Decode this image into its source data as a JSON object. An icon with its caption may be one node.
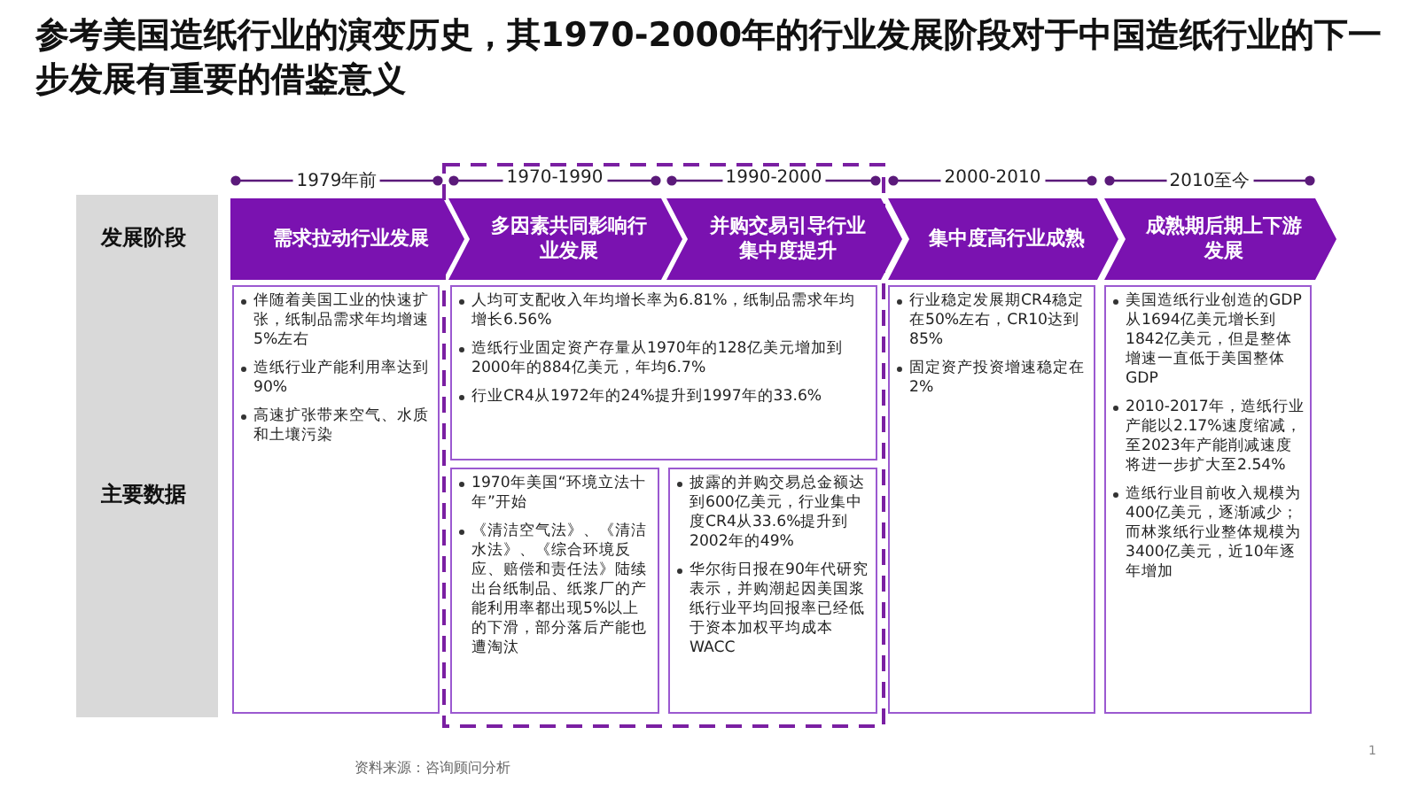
{
  "diagram": {
    "title": "参考美国造纸行业的演变历史，其1970-2000年的行业发展阶段对于中国造纸行业的下一步发展有重要的借鉴意义",
    "nodes": [
      {
        "text": [
          "需求拉动行业发展"
        ],
        "beside": [
          "1979年前"
        ]
      },
      {
        "text": [
          "多因素共同影响行业发展"
        ],
        "beside": [
          "1970-1990"
        ]
      },
      {
        "text": [
          "并购交易引导行业集中度提升"
        ],
        "beside": [
          "1990-2000"
        ]
      },
      {
        "text": [
          "集中度高行业成熟"
        ],
        "beside": [
          "2000-2010"
        ]
      },
      {
        "text": [
          "成熟期后期上下游发展"
        ],
        "beside": [
          "2010至今"
        ]
      },
      {
        "text": [
          "伴随着美国工业的快速扩张，纸制品需求年均增速5%左右",
          "造纸行业产能利用率达到90%",
          "高速扩张带来空气、水质和土壤污染"
        ]
      },
      {
        "text": [
          "人均可支配收入年均增长率为6.81%，纸制品需求年均增长6.56%",
          "造纸行业固定资产存量从1970年的128亿美元增加到2000年的884亿美元，年均6.7%",
          "行业CR4从1972年的24%提升到1997年的33.6%"
        ]
      },
      {
        "text": [
          "1970年美国“环境立法十年”开始",
          "《清洁空气法》、《清洁水法》、《综合环境反应、赔偿和责任法》陆续出台纸制品、纸浆厂的产能利用率都出现5%以上的下滑，部分落后产能也遭淘汰"
        ]
      },
      {
        "text": [
          "披露的并购交易总金额达到600亿美元，行业集中度CR4从33.6%提升到2002年的49%",
          "华尔街日报在90年代研究表示，并购潮起因美国浆纸行业平均回报率已经低于资本加权平均成本WACC"
        ]
      },
      {
        "text": [
          "行业稳定发展期CR4稳定在50%左右，CR10达到85%",
          "固定资产投资增速稳定在2%"
        ]
      },
      {
        "text": [
          "美国造纸行业创造的GDP从1694亿美元增长到1842亿美元，但是整体增速一直低于美国整体GDP",
          "2010-2017年，造纸行业产能以2.17%速度缩减，至2023年产能削减速度将进一步扩大至2.54%",
          "造纸行业目前收入规模为400亿美元，逐渐减少；而林浆纸行业整体规模为3400亿美元，近10年逐年增加"
        ]
      }
    ],
    "labels": [
      "发展阶段",
      "主要数据",
      "资料来源：咨询顾问分析",
      "1"
    ]
  }
}
